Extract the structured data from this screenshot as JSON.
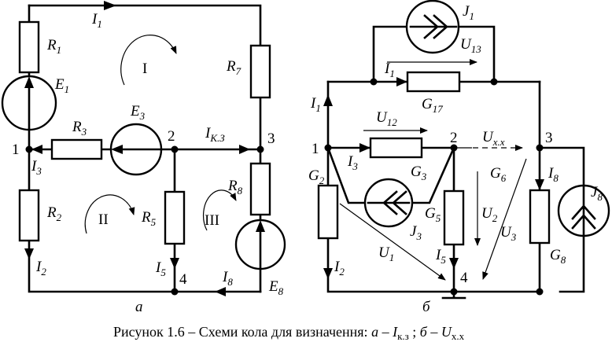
{
  "figure": {
    "caption_prefix": "Рисунок 1.6 – Схеми кола для визначення: ",
    "caption_a": "а",
    "caption_dash1": " – ",
    "caption_Ikz_main": "I",
    "caption_Ikz_sub": "к.з",
    "caption_sep": " ;  ",
    "caption_b": "б",
    "caption_dash2": " – ",
    "caption_Uxx_main": "U",
    "caption_Uxx_sub": "х.х"
  },
  "circuit_a": {
    "sublabel": "а",
    "loops": [
      "I",
      "II",
      "III"
    ],
    "nodes": [
      "1",
      "2",
      "3",
      "4"
    ],
    "resistors": {
      "R1": {
        "main": "R",
        "sub": "1"
      },
      "R2": {
        "main": "R",
        "sub": "2"
      },
      "R3": {
        "main": "R",
        "sub": "3"
      },
      "R5": {
        "main": "R",
        "sub": "5"
      },
      "R7": {
        "main": "R",
        "sub": "7"
      },
      "R8": {
        "main": "R",
        "sub": "8"
      }
    },
    "sources": {
      "E1": {
        "main": "E",
        "sub": "1"
      },
      "E3": {
        "main": "E",
        "sub": "3"
      },
      "E8": {
        "main": "E",
        "sub": "8"
      }
    },
    "currents": {
      "I1": {
        "main": "I",
        "sub": "1"
      },
      "I2": {
        "main": "I",
        "sub": "2"
      },
      "I3": {
        "main": "I",
        "sub": "3"
      },
      "I5": {
        "main": "I",
        "sub": "5"
      },
      "I8": {
        "main": "I",
        "sub": "8"
      },
      "Ikz": {
        "main": "I",
        "sub": "К.З"
      }
    }
  },
  "circuit_b": {
    "sublabel": "б",
    "nodes": [
      "1",
      "2",
      "3",
      "4"
    ],
    "conductances": {
      "G2": {
        "main": "G",
        "sub": "2"
      },
      "G3": {
        "main": "G",
        "sub": "3"
      },
      "G5": {
        "main": "G",
        "sub": "5"
      },
      "G6": {
        "main": "G",
        "sub": "6"
      },
      "G8": {
        "main": "G",
        "sub": "8"
      },
      "G17": {
        "main": "G",
        "sub": "17"
      }
    },
    "sources": {
      "J1": {
        "main": "J",
        "sub": "1"
      },
      "J3": {
        "main": "J",
        "sub": "3"
      },
      "J8": {
        "main": "J",
        "sub": "8"
      }
    },
    "currents": {
      "I1a": {
        "main": "I",
        "sub": "1"
      },
      "I1b": {
        "main": "I",
        "sub": "1"
      },
      "I2": {
        "main": "I",
        "sub": "2"
      },
      "I3": {
        "main": "I",
        "sub": "3"
      },
      "I5": {
        "main": "I",
        "sub": "5"
      },
      "I8": {
        "main": "I",
        "sub": "8"
      }
    },
    "voltages": {
      "U1": {
        "main": "U",
        "sub": "1"
      },
      "U2": {
        "main": "U",
        "sub": "2"
      },
      "U3": {
        "main": "U",
        "sub": "3"
      },
      "U12": {
        "main": "U",
        "sub": "12"
      },
      "U13": {
        "main": "U",
        "sub": "13"
      },
      "Uxx": {
        "main": "U",
        "sub": "х.х"
      }
    }
  }
}
